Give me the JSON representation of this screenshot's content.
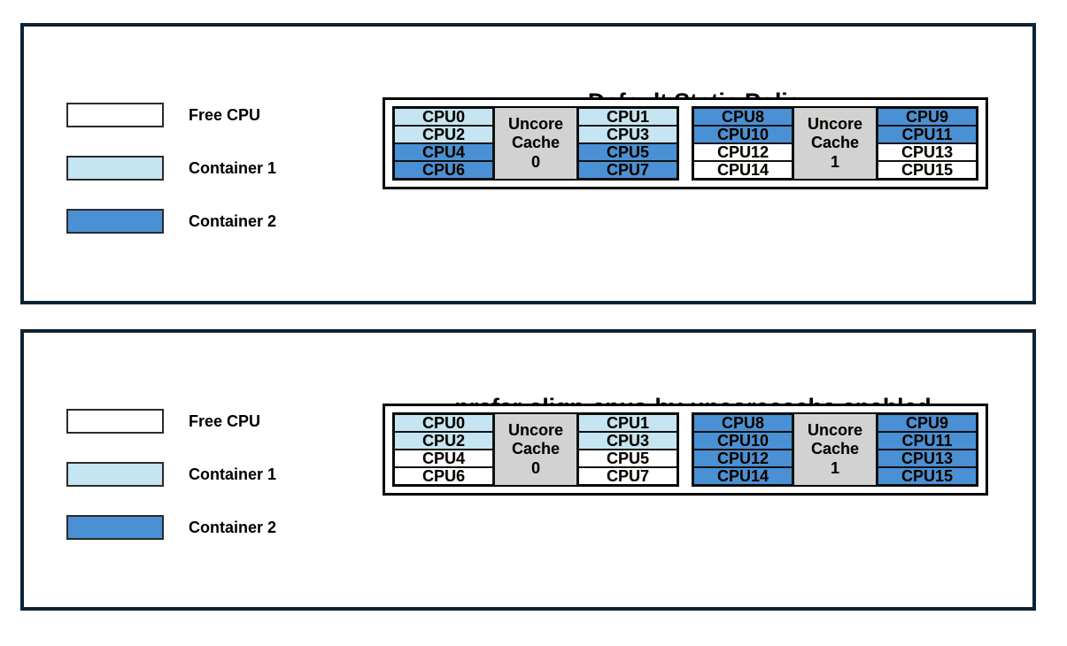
{
  "colors": {
    "free": "#ffffff",
    "container1": "#c5e5f2",
    "container2": "#4a90d4",
    "cache": "#d2d2d2",
    "panel_border": "#0d2333",
    "cell_border": "#111111"
  },
  "legend_labels": {
    "free": "Free CPU",
    "container1": "Container 1",
    "container2": "Container 2"
  },
  "panels": [
    {
      "id": "default-static-policy",
      "title": "Default Static Policy",
      "legend": [
        {
          "label": "Free CPU",
          "state": "free"
        },
        {
          "label": "Container 1",
          "state": "container1"
        },
        {
          "label": "Container 2",
          "state": "container2"
        }
      ],
      "sockets": [
        {
          "cache_label_line1": "Uncore",
          "cache_label_line2": "Cache",
          "cache_label_line3": "0",
          "left_column": [
            {
              "label": "CPU0",
              "state": "container1"
            },
            {
              "label": "CPU2",
              "state": "container1"
            },
            {
              "label": "CPU4",
              "state": "container2"
            },
            {
              "label": "CPU6",
              "state": "container2"
            }
          ],
          "right_column": [
            {
              "label": "CPU1",
              "state": "container1"
            },
            {
              "label": "CPU3",
              "state": "container1"
            },
            {
              "label": "CPU5",
              "state": "container2"
            },
            {
              "label": "CPU7",
              "state": "container2"
            }
          ]
        },
        {
          "cache_label_line1": "Uncore",
          "cache_label_line2": "Cache",
          "cache_label_line3": "1",
          "left_column": [
            {
              "label": "CPU8",
              "state": "container2"
            },
            {
              "label": "CPU10",
              "state": "container2"
            },
            {
              "label": "CPU12",
              "state": "free"
            },
            {
              "label": "CPU14",
              "state": "free"
            }
          ],
          "right_column": [
            {
              "label": "CPU9",
              "state": "container2"
            },
            {
              "label": "CPU11",
              "state": "container2"
            },
            {
              "label": "CPU13",
              "state": "free"
            },
            {
              "label": "CPU15",
              "state": "free"
            }
          ]
        }
      ]
    },
    {
      "id": "prefer-align-cpus-by-uncorecache",
      "title": "prefer-align-cpus-by-uncorecache enabled",
      "legend": [
        {
          "label": "Free CPU",
          "state": "free"
        },
        {
          "label": "Container 1",
          "state": "container1"
        },
        {
          "label": "Container 2",
          "state": "container2"
        }
      ],
      "sockets": [
        {
          "cache_label_line1": "Uncore",
          "cache_label_line2": "Cache",
          "cache_label_line3": "0",
          "left_column": [
            {
              "label": "CPU0",
              "state": "container1"
            },
            {
              "label": "CPU2",
              "state": "container1"
            },
            {
              "label": "CPU4",
              "state": "free"
            },
            {
              "label": "CPU6",
              "state": "free"
            }
          ],
          "right_column": [
            {
              "label": "CPU1",
              "state": "container1"
            },
            {
              "label": "CPU3",
              "state": "container1"
            },
            {
              "label": "CPU5",
              "state": "free"
            },
            {
              "label": "CPU7",
              "state": "free"
            }
          ]
        },
        {
          "cache_label_line1": "Uncore",
          "cache_label_line2": "Cache",
          "cache_label_line3": "1",
          "left_column": [
            {
              "label": "CPU8",
              "state": "container2"
            },
            {
              "label": "CPU10",
              "state": "container2"
            },
            {
              "label": "CPU12",
              "state": "container2"
            },
            {
              "label": "CPU14",
              "state": "container2"
            }
          ],
          "right_column": [
            {
              "label": "CPU9",
              "state": "container2"
            },
            {
              "label": "CPU11",
              "state": "container2"
            },
            {
              "label": "CPU13",
              "state": "container2"
            },
            {
              "label": "CPU15",
              "state": "container2"
            }
          ]
        }
      ]
    }
  ]
}
